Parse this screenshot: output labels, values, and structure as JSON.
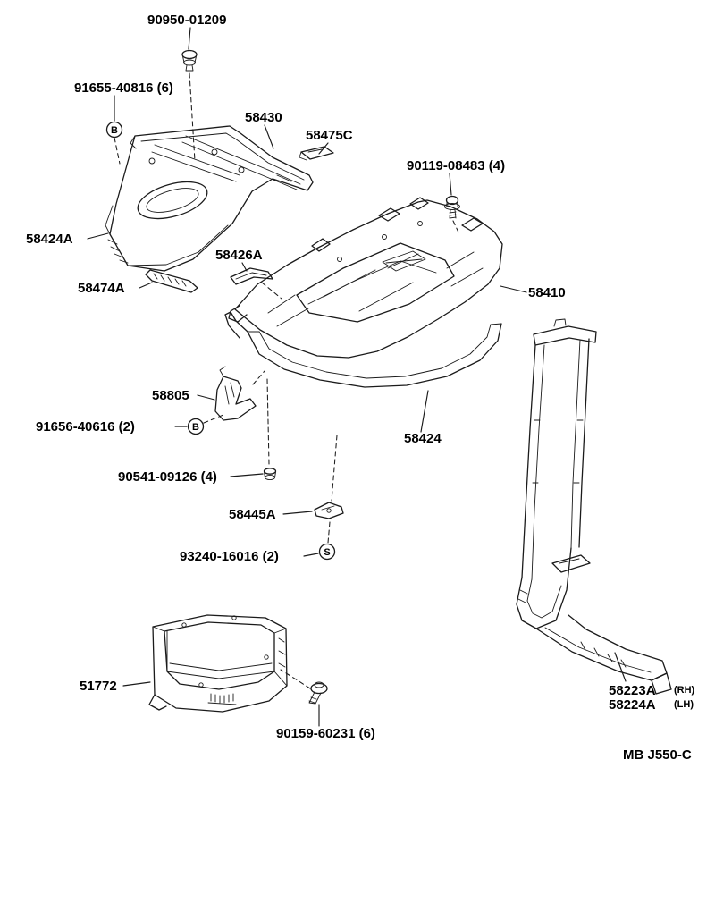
{
  "page": {
    "footer_code": "MB  J550-C"
  },
  "labels": {
    "clip": "90950-01209",
    "bolt_b_top": "91655-40816 (6)",
    "seat_support": "58430",
    "bracket_58475c": "58475C",
    "bolt_90119": "90119-08483 (4)",
    "rail_58424a": "58424A",
    "strip_58426a": "58426A",
    "strip_58474a": "58474A",
    "floor_pan": "58410",
    "bracket_58805": "58805",
    "bolt_b_lower": "91656-40616 (2)",
    "floor_side_panel": "58424",
    "grommet": "90541-09126 (4)",
    "bracket_58445a": "58445A",
    "screw_s": "93240-16016 (2)",
    "step_panel": "51772",
    "screw_90159": "90159-60231 (6)",
    "pillar_rh": "58223A",
    "pillar_rh_side": "(RH)",
    "pillar_lh": "58224A",
    "pillar_lh_side": "(LH)"
  },
  "callouts": {
    "b_top": "B",
    "b_lower": "B",
    "s": "S"
  }
}
